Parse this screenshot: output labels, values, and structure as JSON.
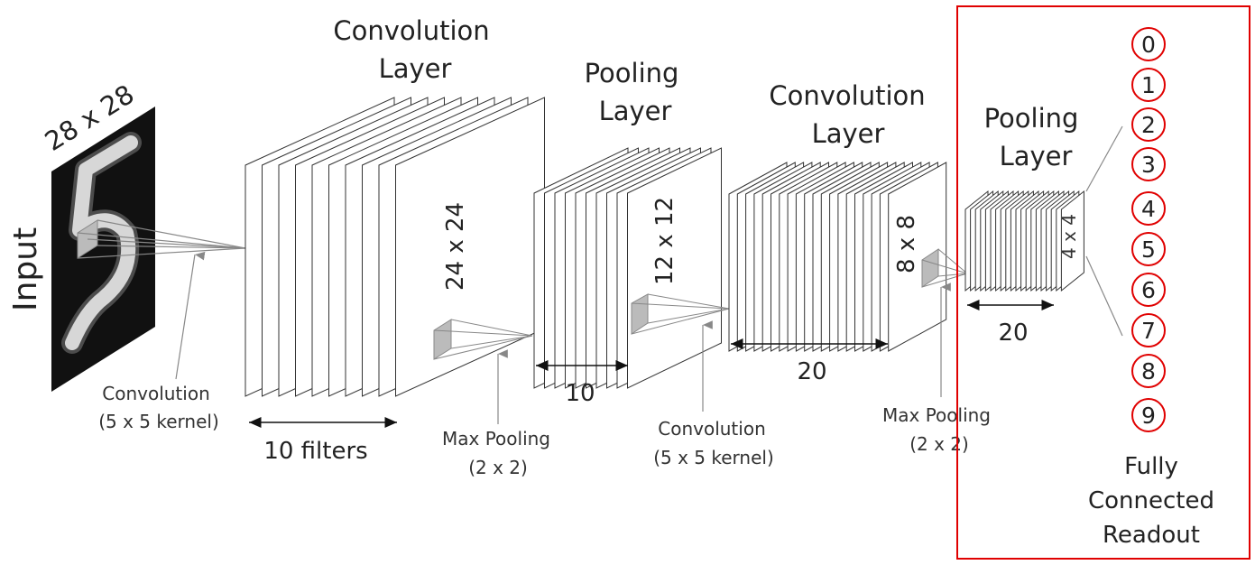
{
  "input": {
    "label": "Input",
    "size": "28 x 28",
    "digit": "5"
  },
  "conv1": {
    "title_line1": "Convolution",
    "title_line2": "Layer",
    "dim": "24 x 24",
    "count": "10 filters",
    "op_line1": "Convolution",
    "op_line2": "(5 x 5 kernel)"
  },
  "pool1": {
    "title_line1": "Pooling",
    "title_line2": "Layer",
    "dim": "12 x 12",
    "count": "10",
    "op_line1": "Max Pooling",
    "op_line2": "(2 x 2)"
  },
  "conv2": {
    "title_line1": "Convolution",
    "title_line2": "Layer",
    "dim": "8 x 8",
    "count": "20",
    "op_line1": "Convolution",
    "op_line2": "(5 x 5 kernel)"
  },
  "pool2": {
    "title_line1": "Pooling",
    "title_line2": "Layer",
    "dim": "4 x 4",
    "count": "20",
    "op_line1": "Max Pooling",
    "op_line2": "(2 x 2)"
  },
  "readout": {
    "digits": [
      "0",
      "1",
      "2",
      "3",
      "4",
      "5",
      "6",
      "7",
      "8",
      "9"
    ],
    "line1": "Fully",
    "line2": "Connected",
    "line3": "Readout",
    "accent_color": "#e00000"
  }
}
